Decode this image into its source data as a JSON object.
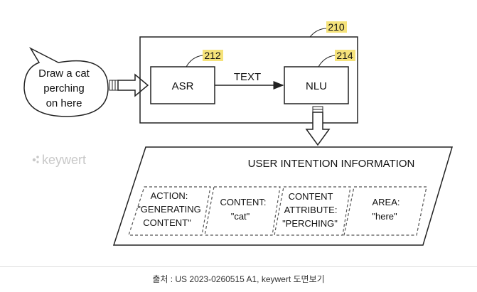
{
  "speech": {
    "lines": [
      "Draw a cat",
      "perching",
      "on here"
    ]
  },
  "system": {
    "ref": "210"
  },
  "asr": {
    "label": "ASR",
    "ref": "212"
  },
  "nlu": {
    "label": "NLU",
    "ref": "214"
  },
  "arrow_label": "TEXT",
  "intention": {
    "title": "USER INTENTION INFORMATION",
    "boxes": [
      {
        "lines": [
          "ACTION:",
          "\"GENERATING",
          "CONTENT\""
        ]
      },
      {
        "lines": [
          "CONTENT:",
          "\"cat\""
        ]
      },
      {
        "lines": [
          "CONTENT",
          "ATTRIBUTE:",
          "\"PERCHING\""
        ]
      },
      {
        "lines": [
          "AREA:",
          "\"here\""
        ]
      }
    ]
  },
  "watermark": "keywert",
  "caption": "출처 : US 2023-0260515 A1, keywert 도면보기",
  "colors": {
    "ref_highlight": "#f5e27a",
    "line": "#222222",
    "watermark": "#c8c8c8"
  }
}
